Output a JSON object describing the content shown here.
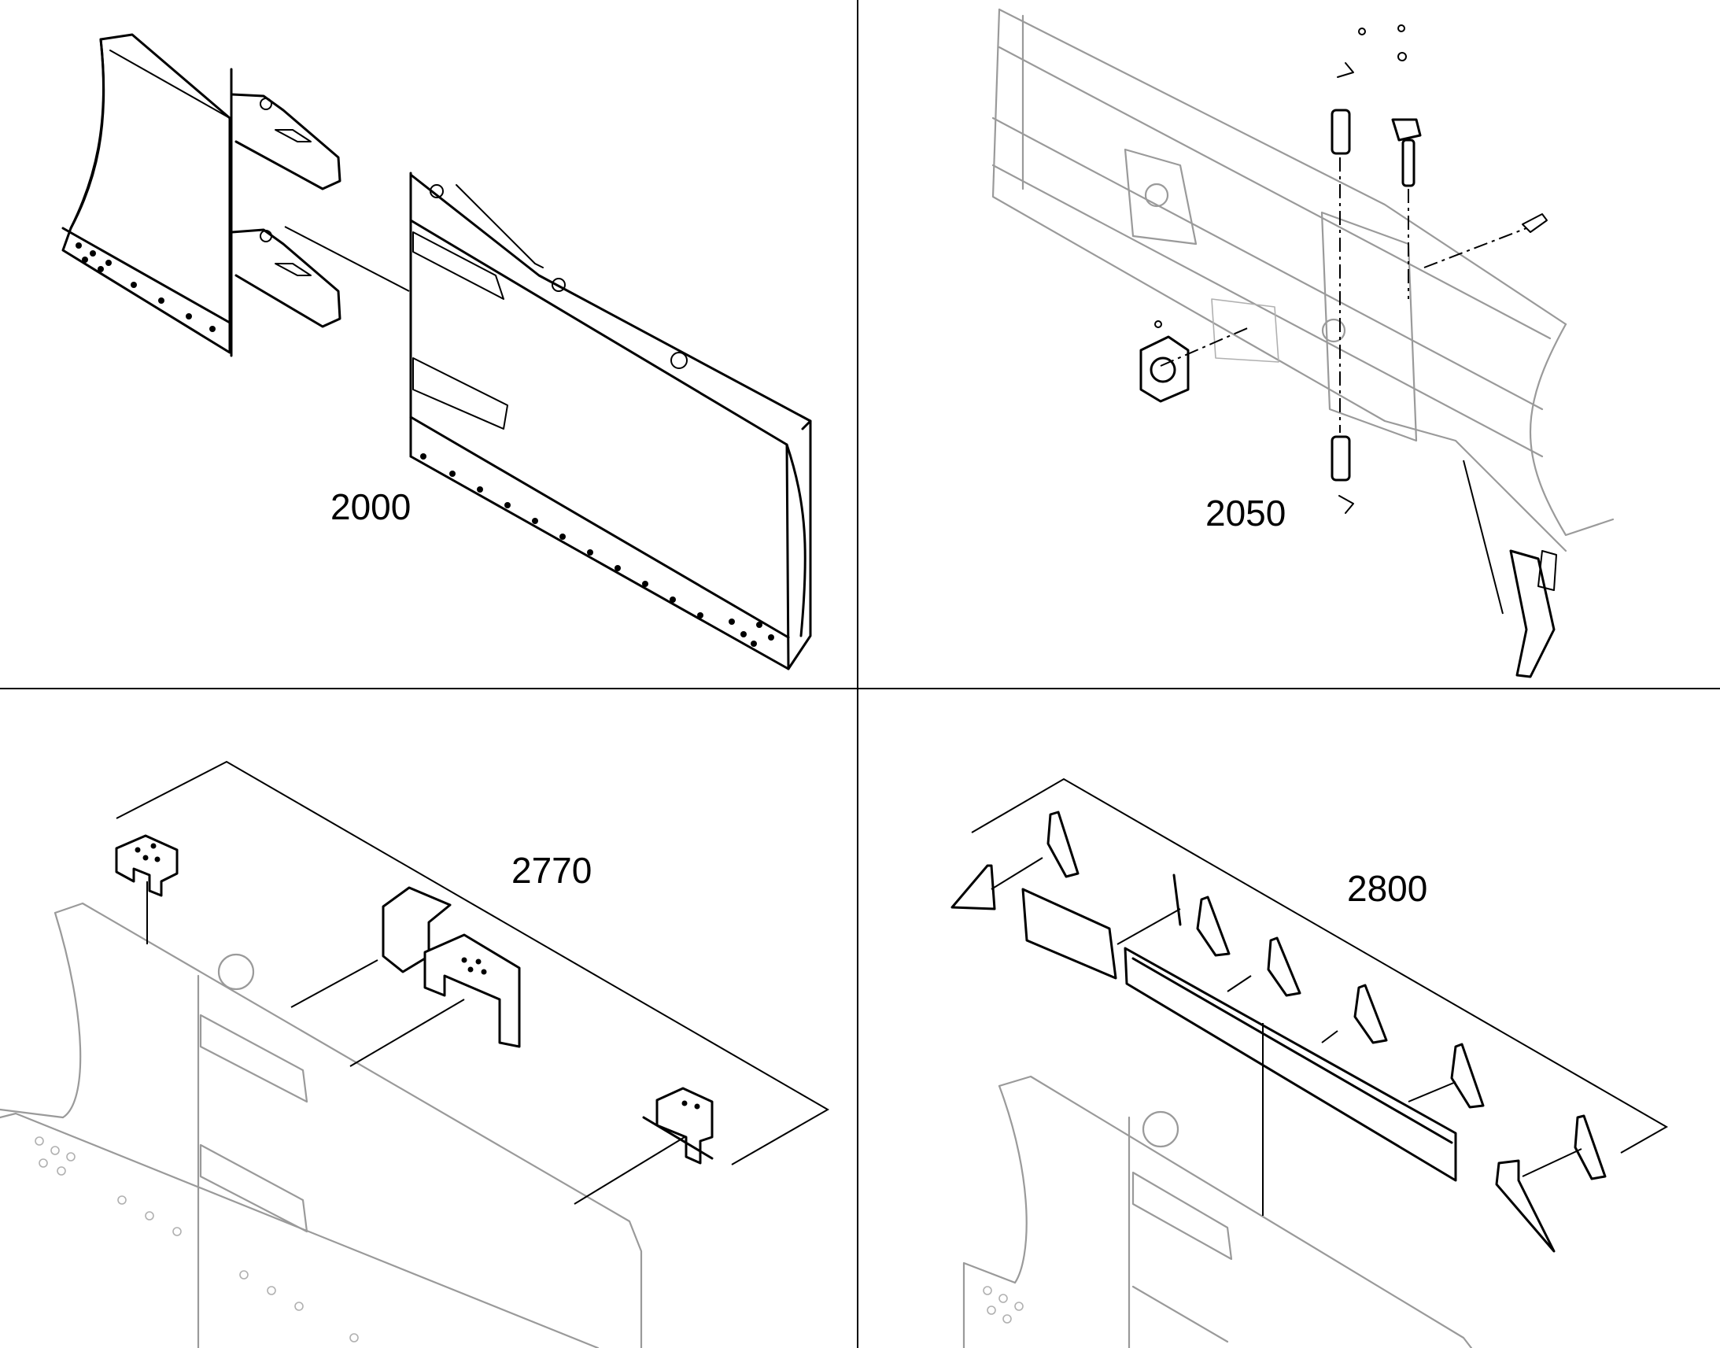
{
  "sheet": {
    "panels": [
      {
        "id": "tl",
        "label": "2000"
      },
      {
        "id": "tr",
        "label": "2050"
      },
      {
        "id": "bl",
        "label": "2770"
      },
      {
        "id": "br",
        "label": "2800"
      }
    ]
  }
}
